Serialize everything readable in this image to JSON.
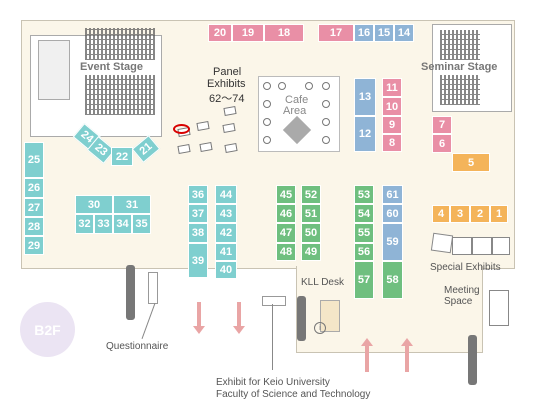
{
  "floor_label": "B2F",
  "areas": {
    "event_stage": "Event Stage",
    "seminar_stage": "Seminar Stage",
    "panel_exhibits_line1": "Panel",
    "panel_exhibits_line2": "Exhibits",
    "panel_exhibits_line3": "62～74",
    "cafe_line1": "Cafe",
    "cafe_line2": "Area",
    "special_exhibits": "Special Exhibits",
    "kll_desk": "KLL Desk",
    "meeting_line1": "Meeting",
    "meeting_line2": "Space",
    "questionnaire": "Questionnaire",
    "keio_line1": "Exhibit for Keio University",
    "keio_line2": "Faculty of Science and Technology"
  },
  "booths": {
    "b20": "20",
    "b19": "19",
    "b18": "18",
    "b17": "17",
    "b16": "16",
    "b15": "15",
    "b14": "14",
    "b24": "24",
    "b23": "23",
    "b22": "22",
    "b21": "21",
    "b25": "25",
    "b26": "26",
    "b27": "27",
    "b28": "28",
    "b29": "29",
    "b30": "30",
    "b31": "31",
    "b32": "32",
    "b33": "33",
    "b34": "34",
    "b35": "35",
    "b36": "36",
    "b37": "37",
    "b38": "38",
    "b39": "39",
    "b44": "44",
    "b43": "43",
    "b42": "42",
    "b41": "41",
    "b40": "40",
    "b45": "45",
    "b46": "46",
    "b47": "47",
    "b48": "48",
    "b52": "52",
    "b51": "51",
    "b50": "50",
    "b49": "49",
    "b53": "53",
    "b54": "54",
    "b55": "55",
    "b56": "56",
    "b57": "57",
    "b61": "61",
    "b60": "60",
    "b59": "59",
    "b58": "58",
    "b13": "13",
    "b12": "12",
    "b11": "11",
    "b10": "10",
    "b9": "9",
    "b8": "8",
    "b7": "7",
    "b6": "6",
    "b5": "5",
    "b4": "4",
    "b3": "3",
    "b2": "2",
    "b1": "1"
  },
  "colors": {
    "teal": "#7fcfcf",
    "green": "#6fbf7f",
    "blue": "#8fb4d6",
    "pink": "#e98fa6",
    "orange": "#f4b45a",
    "marker": "#d80000"
  }
}
